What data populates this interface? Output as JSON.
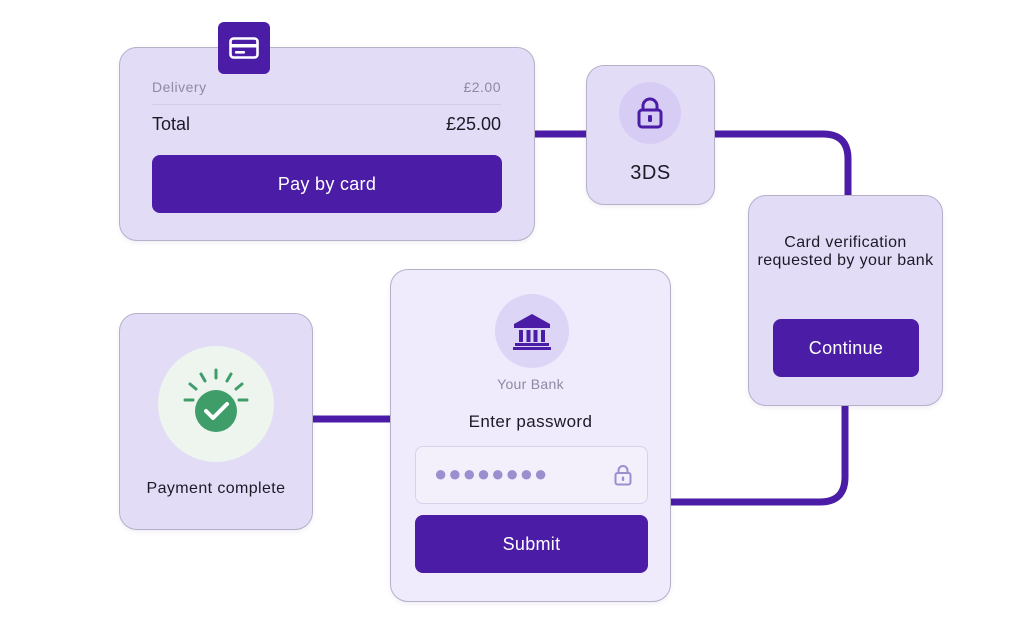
{
  "checkout": {
    "delivery_label": "Delivery",
    "delivery_value": "£2.00",
    "total_label": "Total",
    "total_value": "£25.00",
    "pay_button": "Pay by card",
    "icon": "credit-card-icon"
  },
  "three_ds": {
    "label": "3DS",
    "icon": "padlock-icon"
  },
  "verification": {
    "message": "Card verification requested by your bank",
    "continue_button": "Continue"
  },
  "bank": {
    "icon": "bank-icon",
    "name": "Your Bank",
    "prompt": "Enter password",
    "password_mask": "●●●●●●●●",
    "submit_button": "Submit"
  },
  "complete": {
    "label": "Payment complete",
    "icon": "check-circle-icon"
  },
  "colors": {
    "accent": "#4b1ca6",
    "card_bg": "#e3dcf7",
    "success": "#3f9d6a"
  }
}
